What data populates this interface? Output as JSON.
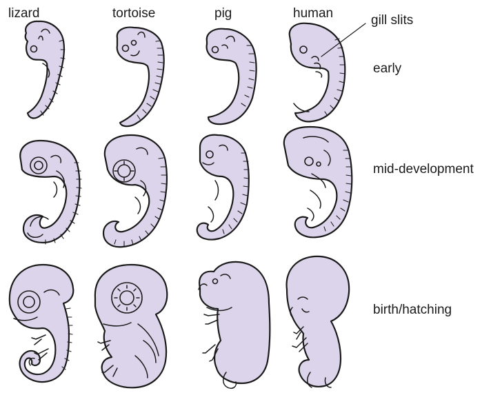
{
  "columns": [
    "lizard",
    "tortoise",
    "pig",
    "human"
  ],
  "rows": [
    "early",
    "mid-development",
    "birth/hatching"
  ],
  "callout": "gill slits",
  "colors": {
    "embryo_fill": "#dcd4ea",
    "outline": "#1a1a1a",
    "background": "#ffffff"
  }
}
